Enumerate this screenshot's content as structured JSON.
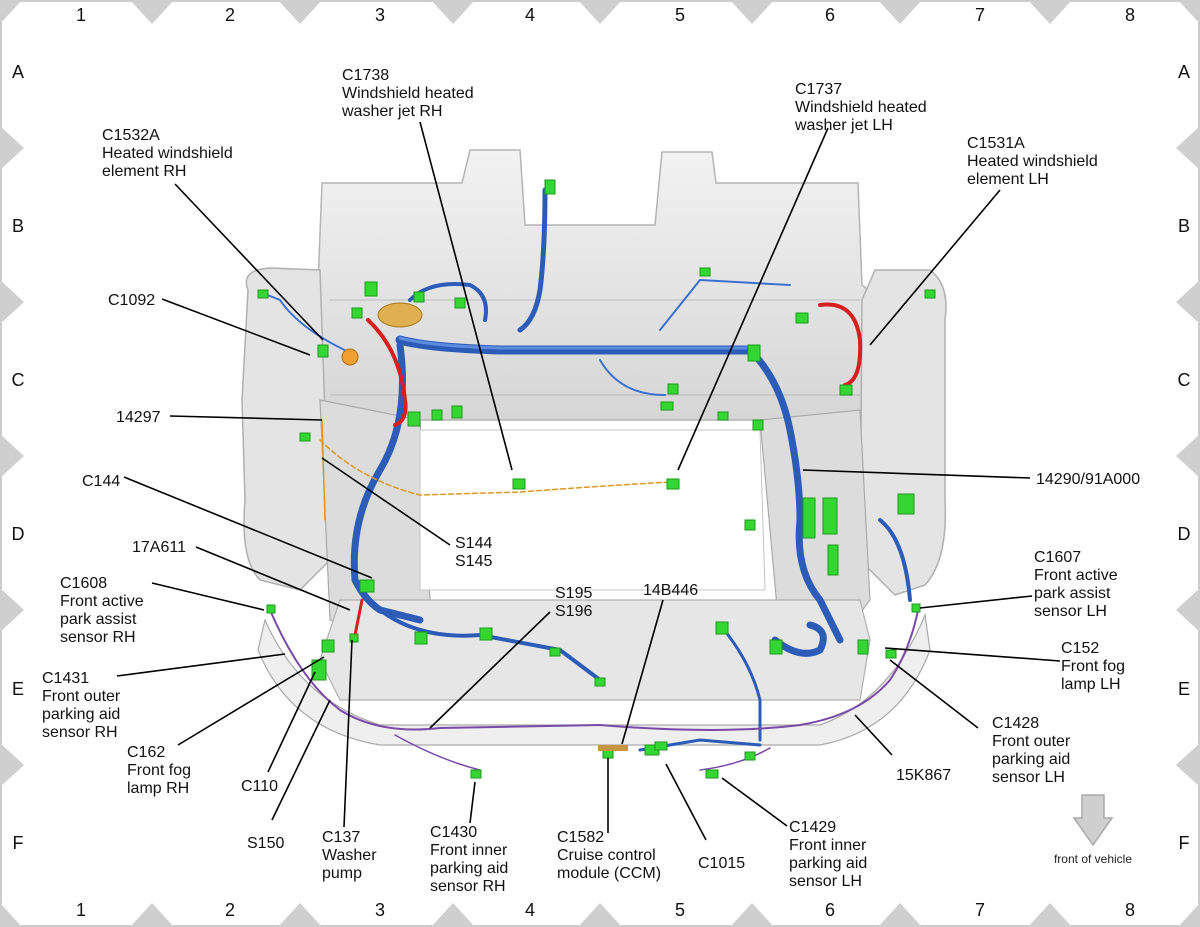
{
  "grid": {
    "columns": [
      "1",
      "2",
      "3",
      "4",
      "5",
      "6",
      "7",
      "8"
    ],
    "rows": [
      "A",
      "B",
      "C",
      "D",
      "E",
      "F"
    ]
  },
  "callouts": [
    {
      "id": "c1738",
      "lines": [
        "C1738",
        "Windshield heated",
        "washer jet RH"
      ]
    },
    {
      "id": "c1737",
      "lines": [
        "C1737",
        "Windshield heated",
        "washer jet LH"
      ]
    },
    {
      "id": "c1532a",
      "lines": [
        "C1532A",
        "Heated windshield",
        "element RH"
      ]
    },
    {
      "id": "c1531a",
      "lines": [
        "C1531A",
        "Heated windshield",
        "element LH"
      ]
    },
    {
      "id": "c1092",
      "lines": [
        "C1092"
      ]
    },
    {
      "id": "w14297",
      "lines": [
        "14297"
      ]
    },
    {
      "id": "c144",
      "lines": [
        "C144"
      ]
    },
    {
      "id": "s144",
      "lines": [
        "S144",
        "S145"
      ]
    },
    {
      "id": "w17a611",
      "lines": [
        "17A611"
      ]
    },
    {
      "id": "c1608",
      "lines": [
        "C1608",
        "Front active",
        "park assist",
        "sensor RH"
      ]
    },
    {
      "id": "s195",
      "lines": [
        "S195",
        "S196"
      ]
    },
    {
      "id": "w14b446",
      "lines": [
        "14B446"
      ]
    },
    {
      "id": "w14290",
      "lines": [
        "14290/91A000"
      ]
    },
    {
      "id": "c1607",
      "lines": [
        "C1607",
        "Front active",
        "park assist",
        "sensor LH"
      ]
    },
    {
      "id": "c152",
      "lines": [
        "C152",
        "Front fog",
        "lamp LH"
      ]
    },
    {
      "id": "c1431",
      "lines": [
        "C1431",
        "Front outer",
        "parking aid",
        "sensor RH"
      ]
    },
    {
      "id": "c162",
      "lines": [
        "C162",
        "Front fog",
        "lamp RH"
      ]
    },
    {
      "id": "c110",
      "lines": [
        "C110"
      ]
    },
    {
      "id": "s150",
      "lines": [
        "S150"
      ]
    },
    {
      "id": "c137",
      "lines": [
        "C137",
        "Washer",
        "pump"
      ]
    },
    {
      "id": "c1430",
      "lines": [
        "C1430",
        "Front inner",
        "parking aid",
        "sensor RH"
      ]
    },
    {
      "id": "c1582",
      "lines": [
        "C1582",
        "Cruise control",
        "module (CCM)"
      ]
    },
    {
      "id": "c1015",
      "lines": [
        "C1015"
      ]
    },
    {
      "id": "c1429",
      "lines": [
        "C1429",
        "Front inner",
        "parking aid",
        "sensor LH"
      ]
    },
    {
      "id": "w15k867",
      "lines": [
        "15K867"
      ]
    },
    {
      "id": "c1428",
      "lines": [
        "C1428",
        "Front outer",
        "parking aid",
        "sensor LH"
      ]
    }
  ],
  "front_of_vehicle": "front of vehicle",
  "colors": {
    "harness_main": "#2d5cb8",
    "harness_thin": "#3b6fd0",
    "connector": "#33d633",
    "red_wire": "#d81e1e",
    "purple_wire": "#7a4aa8",
    "orange_wire": "#d89a2a",
    "frame": "#e2e2e2",
    "frame_edge": "#b4b4b4",
    "marker": "#cfcfcf"
  }
}
